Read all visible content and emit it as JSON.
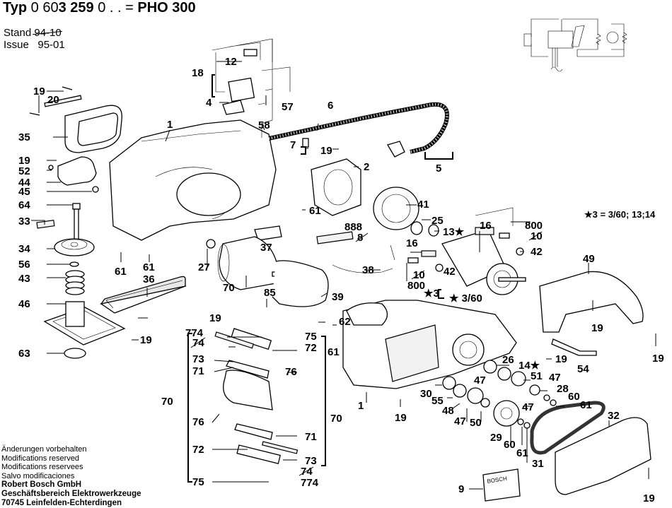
{
  "header": {
    "type_prefix": "Typ",
    "number_light_1": "0 60",
    "number_bold": "3 259",
    "number_light_2": "0 . . =",
    "model": "PHO 300",
    "stand_label": "Stand",
    "stand_value_struck": "94-10",
    "issue_label": "Issue",
    "issue_value": "95-01"
  },
  "note": "★3 = 3/60; 13;14",
  "footer": {
    "lines": [
      "Änderungen vorbehalten",
      "Modifications reserved",
      "Modifications reservees",
      "Salvo modificaciones"
    ],
    "company": [
      "Robert Bosch GmbH",
      "Geschäftsbereich Elektrowerkzeuge",
      "70745 Leinfelden-Echterdingen"
    ]
  },
  "nameplate_text": "BOSCH",
  "callouts": [
    {
      "id": "c19a",
      "text": "19"
    },
    {
      "id": "c20",
      "text": "20"
    },
    {
      "id": "c35",
      "text": "35"
    },
    {
      "id": "c19b",
      "text": "19"
    },
    {
      "id": "c52",
      "text": "52"
    },
    {
      "id": "c44",
      "text": "44"
    },
    {
      "id": "c45",
      "text": "45"
    },
    {
      "id": "c64",
      "text": "64"
    },
    {
      "id": "c33",
      "text": "33"
    },
    {
      "id": "c34",
      "text": "34"
    },
    {
      "id": "c56",
      "text": "56"
    },
    {
      "id": "c43",
      "text": "43"
    },
    {
      "id": "c46",
      "text": "46"
    },
    {
      "id": "c63",
      "text": "63"
    },
    {
      "id": "c61a",
      "text": "61"
    },
    {
      "id": "c61b",
      "text": "61"
    },
    {
      "id": "c36",
      "text": "36"
    },
    {
      "id": "c19c",
      "text": "19"
    },
    {
      "id": "c19d",
      "text": "19"
    },
    {
      "id": "c1a",
      "text": "1"
    },
    {
      "id": "c12",
      "text": "12"
    },
    {
      "id": "c18",
      "text": "18"
    },
    {
      "id": "c4",
      "text": "4"
    },
    {
      "id": "c57",
      "text": "57"
    },
    {
      "id": "c58",
      "text": "58"
    },
    {
      "id": "c6",
      "text": "6"
    },
    {
      "id": "c7",
      "text": "7"
    },
    {
      "id": "c19e",
      "text": "19"
    },
    {
      "id": "c5",
      "text": "5"
    },
    {
      "id": "c2",
      "text": "2"
    },
    {
      "id": "c61c",
      "text": "61"
    },
    {
      "id": "c41",
      "text": "41"
    },
    {
      "id": "c27",
      "text": "27"
    },
    {
      "id": "c37",
      "text": "37"
    },
    {
      "id": "c888",
      "text": "888"
    },
    {
      "id": "c8",
      "text": "8"
    },
    {
      "id": "c25",
      "text": "25"
    },
    {
      "id": "c13",
      "text": "13★"
    },
    {
      "id": "c16a",
      "text": "16"
    },
    {
      "id": "c800a",
      "text": "800"
    },
    {
      "id": "c10a",
      "text": "10"
    },
    {
      "id": "c42a",
      "text": "42"
    },
    {
      "id": "c16b",
      "text": "16"
    },
    {
      "id": "c42b",
      "text": "42"
    },
    {
      "id": "c10b",
      "text": "10"
    },
    {
      "id": "c800b",
      "text": "800"
    },
    {
      "id": "c3",
      "text": "★3"
    },
    {
      "id": "c360",
      "text": "★ 3/60"
    },
    {
      "id": "c38",
      "text": "38"
    },
    {
      "id": "c39",
      "text": "39"
    },
    {
      "id": "c70a",
      "text": "70"
    },
    {
      "id": "c85",
      "text": "85"
    },
    {
      "id": "c49",
      "text": "49"
    },
    {
      "id": "c19f",
      "text": "19"
    },
    {
      "id": "c19g",
      "text": "19"
    },
    {
      "id": "c62",
      "text": "62"
    },
    {
      "id": "c61d",
      "text": "61"
    },
    {
      "id": "c75a",
      "text": "75"
    },
    {
      "id": "c72a",
      "text": "72"
    },
    {
      "id": "c774a",
      "text": "774"
    },
    {
      "id": "c74a",
      "text": "74"
    },
    {
      "id": "c73a",
      "text": "73"
    },
    {
      "id": "c71a",
      "text": "71"
    },
    {
      "id": "c76a",
      "text": "76"
    },
    {
      "id": "c70b",
      "text": "70"
    },
    {
      "id": "c70c",
      "text": "70"
    },
    {
      "id": "c76b",
      "text": "76"
    },
    {
      "id": "c71b",
      "text": "71"
    },
    {
      "id": "c72b",
      "text": "72"
    },
    {
      "id": "c73b",
      "text": "73"
    },
    {
      "id": "c74b",
      "text": "74"
    },
    {
      "id": "c774b",
      "text": "774"
    },
    {
      "id": "c75b",
      "text": "75"
    },
    {
      "id": "c1b",
      "text": "1"
    },
    {
      "id": "c19h",
      "text": "19"
    },
    {
      "id": "c19i",
      "text": "19"
    },
    {
      "id": "c26",
      "text": "26"
    },
    {
      "id": "c14",
      "text": "14★"
    },
    {
      "id": "c54",
      "text": "54"
    },
    {
      "id": "c51",
      "text": "51"
    },
    {
      "id": "c47a",
      "text": "47"
    },
    {
      "id": "c28",
      "text": "28"
    },
    {
      "id": "c60a",
      "text": "60"
    },
    {
      "id": "c61e",
      "text": "61"
    },
    {
      "id": "c47b",
      "text": "47"
    },
    {
      "id": "c47c",
      "text": "47"
    },
    {
      "id": "c30",
      "text": "30"
    },
    {
      "id": "c55",
      "text": "55"
    },
    {
      "id": "c48",
      "text": "48"
    },
    {
      "id": "c47d",
      "text": "47"
    },
    {
      "id": "c50",
      "text": "50"
    },
    {
      "id": "c29",
      "text": "29"
    },
    {
      "id": "c60b",
      "text": "60"
    },
    {
      "id": "c61f",
      "text": "61"
    },
    {
      "id": "c31",
      "text": "31"
    },
    {
      "id": "c32",
      "text": "32"
    },
    {
      "id": "c9",
      "text": "9"
    },
    {
      "id": "c19j",
      "text": "19"
    }
  ]
}
